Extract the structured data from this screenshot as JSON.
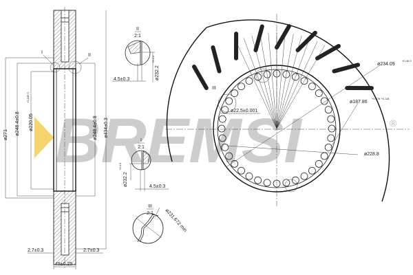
{
  "drawing": {
    "section_dims": {
      "d271": "ø271",
      "d248_left": "ø248.4±0.8",
      "d220": "ø220.05",
      "d220_tol": "+0.185 0",
      "d248_right": "ø248.4±0.8",
      "d434": "ø434±0.3",
      "thk_left": "2.7±0.3",
      "thk_right": "2.7±0.3",
      "width": "45±0.25",
      "mark_i": "I",
      "mark_ii": "II"
    },
    "detail_ii": {
      "title": "II",
      "scale": "2:1",
      "dim": "ø232.2",
      "tol": "+0.4 0",
      "offset": "4.5±0.3"
    },
    "detail_i": {
      "title": "I",
      "scale": "2:1",
      "dim": "ø232.2",
      "tol": "+0.4 0",
      "offset": "4.5±0.3"
    },
    "detail_iii": {
      "title": "III",
      "scale": "2:1",
      "dim": "ø231.672 min"
    },
    "front_view": {
      "d234": "ø234.09",
      "d234_tol": "+0.46 0",
      "d187": "ø187.86",
      "d187_tol": "+0.276 +0.118",
      "d228": "ø228.8",
      "d22": "ø22.5±0.001",
      "mark_iii": "III"
    },
    "watermark": {
      "text": "BREMSI",
      "registered": "®",
      "accent_color": "#f3c94a",
      "text_color": "#bdbdbd"
    }
  }
}
